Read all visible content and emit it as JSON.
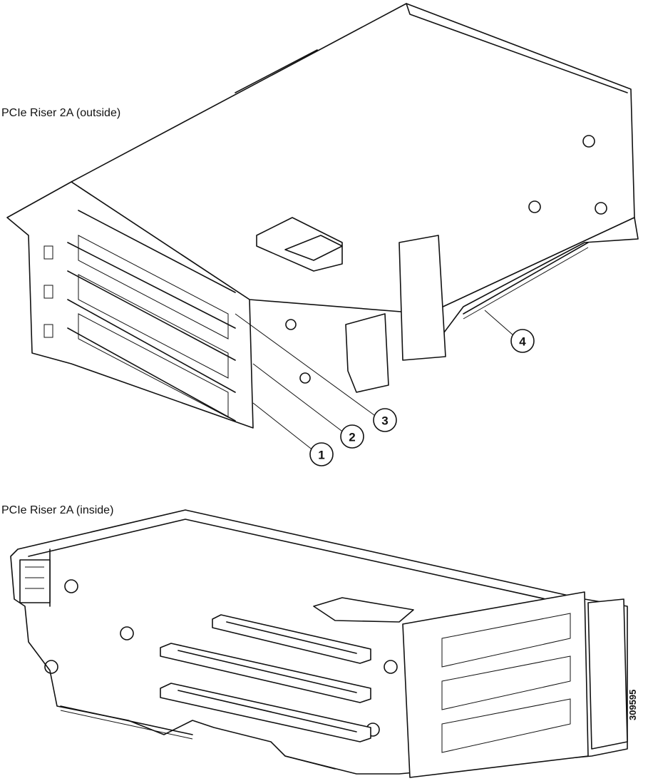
{
  "labels": {
    "outside": "PCIe Riser 2A (outside)",
    "inside": "PCIe Riser 2A (inside)",
    "figure_id": "309595"
  },
  "callouts": [
    "1",
    "2",
    "3",
    "4"
  ]
}
